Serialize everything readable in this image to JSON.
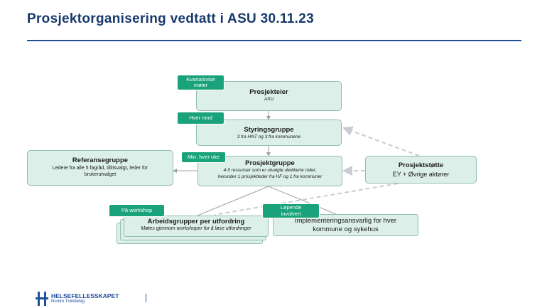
{
  "title": "Prosjektorganisering  vedtatt  i ASU 30.11.23",
  "boxes": {
    "prosjekteier": {
      "name": "Prosjekteier",
      "desc": "ASU"
    },
    "styringsgruppe": {
      "name": "Styringsgruppe",
      "desc": "3 fra HNT og 3 fra kommunene"
    },
    "prosjektgruppe": {
      "name": "Prosjektgruppe",
      "desc_line1": "4-5 ressurser som er utvalgte dedikerte roller,",
      "desc_line2": "herunder 1 prosjektleder fra HF og 1 fra kommuner"
    },
    "referansegruppe": {
      "name": "Referansegruppe",
      "desc_line1": "Ledere fra alle 5 fagråd, tillitsvalgt, leder for",
      "desc_line2": "brukerutvalget"
    },
    "prosjektstotte": {
      "name": "Prosjektstøtte",
      "desc": "EY + Øvrige aktører"
    },
    "arbeidsgrupper": {
      "name": "Arbeidsgrupper per utfordring",
      "desc": "Møtes gjennom workshoper for å løse utfordringer"
    },
    "implementering": {
      "line1": "Implementeringsansvarlig for hver",
      "line2": "kommune og sykehus"
    }
  },
  "tags": {
    "kvartalsvise": {
      "line1": "Kvartalsvise",
      "line2": "møter"
    },
    "hver_mnd": "Hver  mnd",
    "min_hver_uke": "Min. hver uke",
    "pa_workshop": "På workshop",
    "lopende": {
      "line1": "Løpende",
      "line2": "involvert"
    }
  },
  "footer": {
    "logo_name": "HELSEFELLESSKAPET",
    "logo_sub": "Nordre Trøndelag"
  },
  "colors": {
    "title": "#17396b",
    "box_fill": "#dcefe8",
    "box_border": "#8fbfad",
    "tag_fill": "#1aa37a",
    "connector": "#8a8a8a",
    "dashed": "#c9ccd4",
    "logo": "#1f4e9a"
  }
}
